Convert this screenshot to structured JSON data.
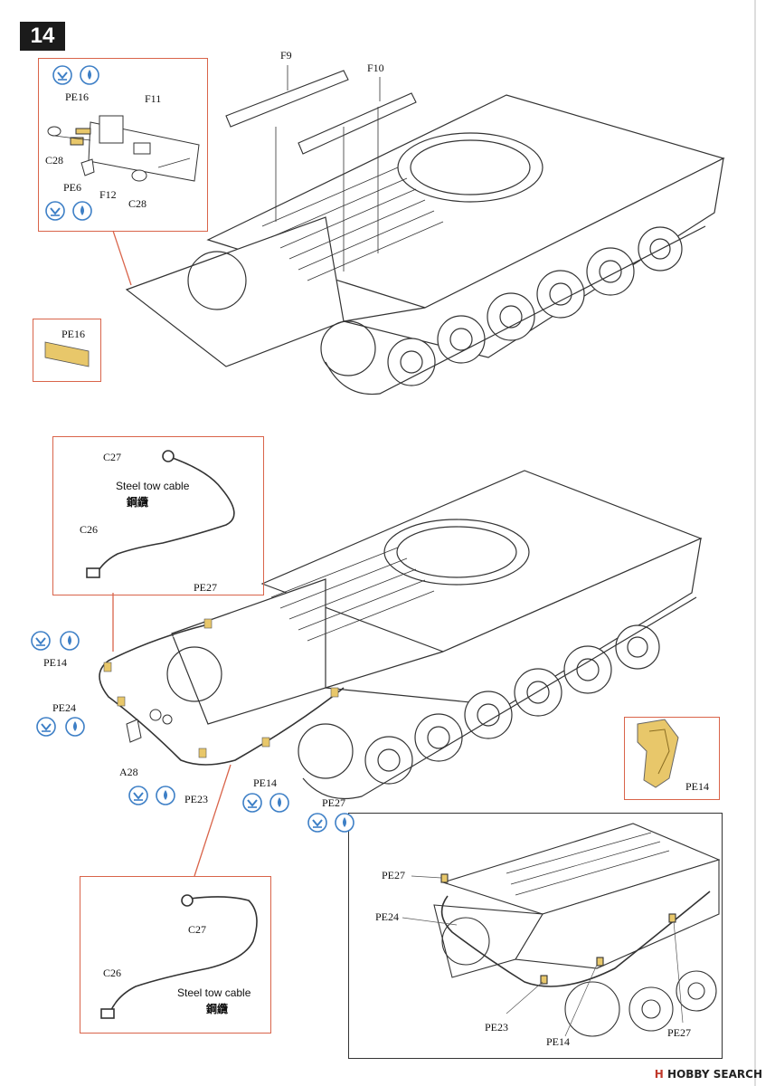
{
  "step": {
    "number": "14"
  },
  "labels": {
    "f9": "F9",
    "f10": "F10",
    "f11": "F11",
    "f12": "F12",
    "pe16_a": "PE16",
    "pe16_b": "PE16",
    "pe6": "PE6",
    "c28_a": "C28",
    "c28_b": "C28",
    "c27_a": "C27",
    "c26_a": "C26",
    "steel_cable_a": "Steel tow cable",
    "steel_cable_a_cn": "鋼纜",
    "pe27_a": "PE27",
    "pe14_a": "PE14",
    "pe24_a": "PE24",
    "a28": "A28",
    "pe23_a": "PE23",
    "pe14_b": "PE14",
    "pe27_b": "PE27",
    "pe14_c": "PE14",
    "c27_b": "C27",
    "c26_b": "C26",
    "steel_cable_b": "Steel tow cable",
    "steel_cable_b_cn": "鋼纜",
    "pe27_c": "PE27",
    "pe24_b": "PE24",
    "pe23_b": "PE23",
    "pe14_d": "PE14",
    "pe27_d": "PE27"
  },
  "icons": {
    "fold": "fold-down-icon",
    "glue": "glue-drop-icon"
  },
  "colors": {
    "callout": "#d9644a",
    "icon_blue": "#3d7fc6",
    "photo_etch": "#e8c76a"
  },
  "watermark": {
    "prefix": "H",
    "text": "HOBBY SEARCH"
  }
}
